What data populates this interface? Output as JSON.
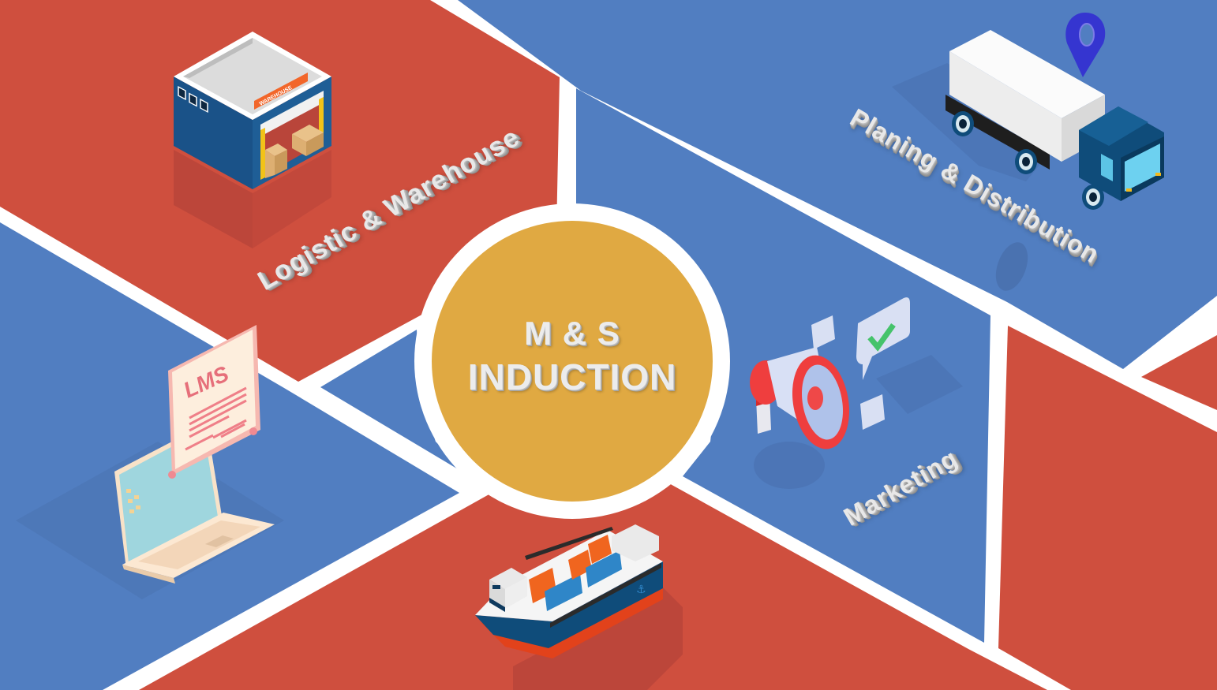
{
  "title": {
    "line1": "M & S",
    "line2": "INDUCTION"
  },
  "sections": [
    {
      "id": "logistic",
      "label": "Logistic & Warehouse",
      "icon": "warehouse-icon",
      "sign_text": "WAREHOUSE"
    },
    {
      "id": "planing",
      "label": "Planing & Distribution",
      "icon": "delivery-truck-icon"
    },
    {
      "id": "marketing",
      "label": "Marketing",
      "icon": "megaphone-icon"
    },
    {
      "id": "lms",
      "label": "",
      "icon": "laptop-lms-icon",
      "doc_text": "LMS"
    },
    {
      "id": "shipping",
      "label": "",
      "icon": "cargo-ship-icon"
    }
  ],
  "colors": {
    "red": "#CF4F3E",
    "blue": "#517EC1",
    "gold": "#E0A942",
    "divider": "#FFFFFF",
    "label": "#E8E8E8"
  }
}
